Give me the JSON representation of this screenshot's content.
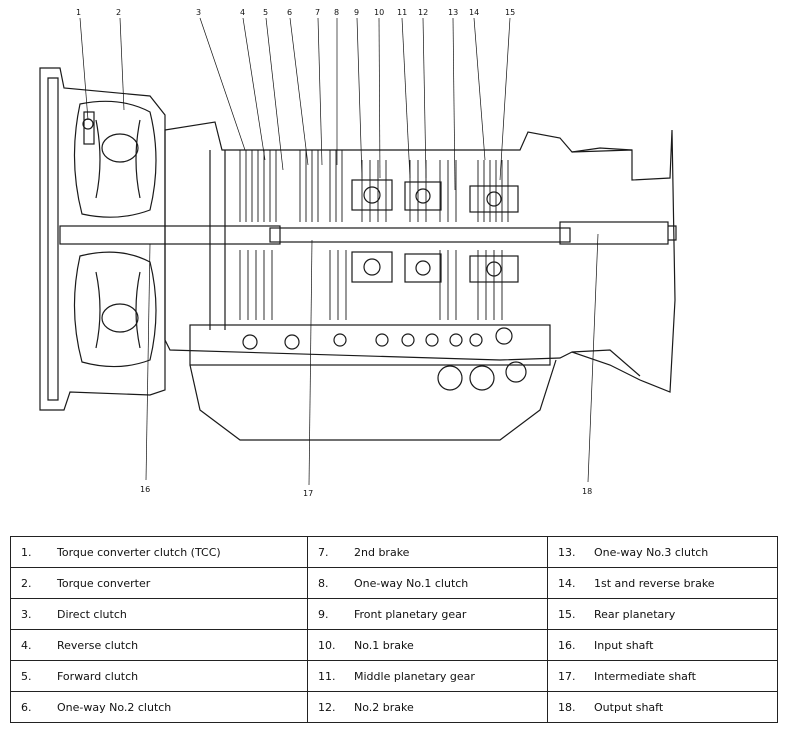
{
  "diagram": {
    "callout_numbers": [
      "1",
      "2",
      "3",
      "4",
      "5",
      "6",
      "7",
      "8",
      "9",
      "10",
      "11",
      "12",
      "13",
      "14",
      "15",
      "16",
      "17",
      "18"
    ]
  },
  "legend": {
    "rows": [
      [
        {
          "num": "1.",
          "label": "Torque converter clutch (TCC)"
        },
        {
          "num": "7.",
          "label": "2nd brake"
        },
        {
          "num": "13.",
          "label": "One-way No.3 clutch"
        }
      ],
      [
        {
          "num": "2.",
          "label": "Torque converter"
        },
        {
          "num": "8.",
          "label": "One-way No.1 clutch"
        },
        {
          "num": "14.",
          "label": "1st and reverse brake"
        }
      ],
      [
        {
          "num": "3.",
          "label": "Direct clutch"
        },
        {
          "num": "9.",
          "label": "Front planetary gear"
        },
        {
          "num": "15.",
          "label": "Rear planetary"
        }
      ],
      [
        {
          "num": "4.",
          "label": "Reverse clutch"
        },
        {
          "num": "10.",
          "label": "No.1 brake"
        },
        {
          "num": "16.",
          "label": "Input shaft"
        }
      ],
      [
        {
          "num": "5.",
          "label": "Forward clutch"
        },
        {
          "num": "11.",
          "label": "Middle planetary gear"
        },
        {
          "num": "17.",
          "label": "Intermediate shaft"
        }
      ],
      [
        {
          "num": "6.",
          "label": "One-way No.2 clutch"
        },
        {
          "num": "12.",
          "label": "No.2 brake"
        },
        {
          "num": "18.",
          "label": "Output shaft"
        }
      ]
    ]
  }
}
